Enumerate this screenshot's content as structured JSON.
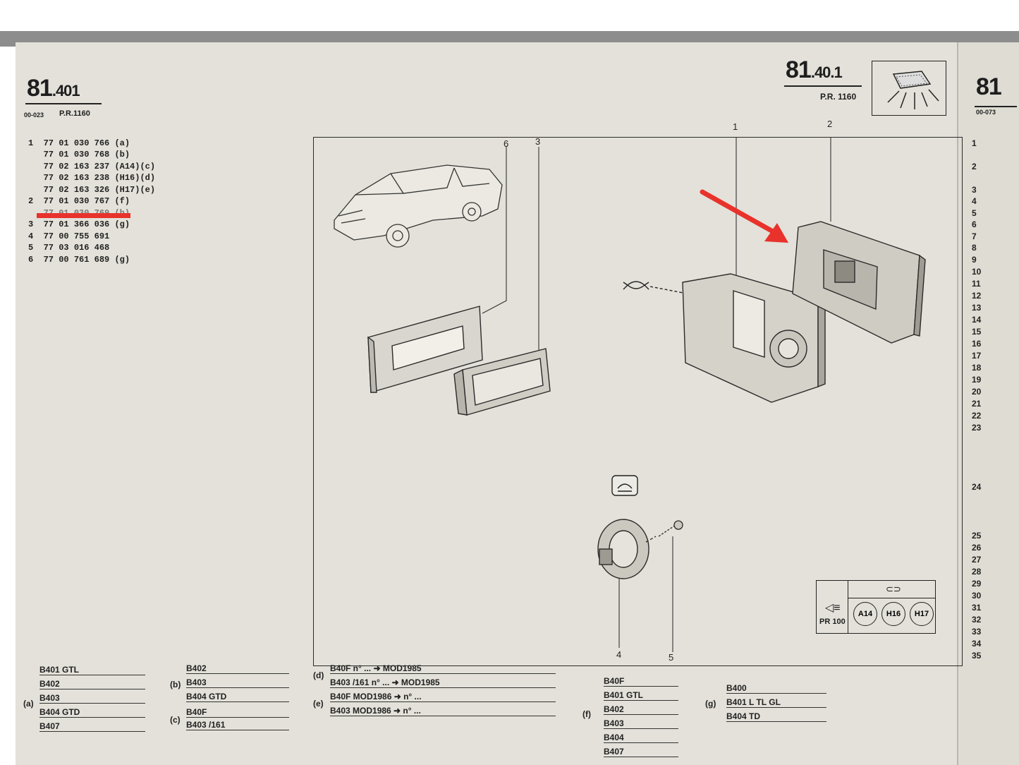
{
  "header_left": {
    "number": "81",
    "suffix": ".401",
    "code": "00-023",
    "pr": "P.R.1160"
  },
  "header_right": {
    "number": "81",
    "suffix": ".40.1",
    "pr": "P.R. 1160"
  },
  "right_page": {
    "number": "81",
    "code": "00-073",
    "refs": [
      "1",
      "2",
      "3",
      "4",
      "5",
      "6",
      "7",
      "8",
      "9",
      "10",
      "11",
      "12",
      "13",
      "14",
      "15",
      "16",
      "17",
      "18",
      "19",
      "20",
      "21",
      "22",
      "23",
      "24",
      "25",
      "26",
      "27",
      "28",
      "29",
      "30",
      "31",
      "32",
      "33",
      "34",
      "35"
    ]
  },
  "parts": [
    {
      "ref": "1",
      "number": "77 01 030 766",
      "code": "(a)"
    },
    {
      "ref": "",
      "number": "77 01 030 768",
      "code": "(b)"
    },
    {
      "ref": "",
      "number": "77 02 163 237",
      "code": "(A14)(c)"
    },
    {
      "ref": "",
      "number": "77 02 163 238",
      "code": "(H16)(d)"
    },
    {
      "ref": "",
      "number": "77 02 163 326",
      "code": "(H17)(e)"
    },
    {
      "ref": "2",
      "number": "77 01 030 767",
      "code": "(f)"
    },
    {
      "ref": "",
      "number": "77 01 030 769",
      "code": "(b)"
    },
    {
      "ref": "3",
      "number": "77 01 366 036",
      "code": "(g)"
    },
    {
      "ref": "4",
      "number": "77 00 755 691",
      "code": ""
    },
    {
      "ref": "5",
      "number": "77 03 016 468",
      "code": ""
    },
    {
      "ref": "6",
      "number": "77 00 761 689",
      "code": "(g)"
    }
  ],
  "callouts": [
    "1",
    "2",
    "3",
    "4",
    "5",
    "6"
  ],
  "legend": {
    "pr": "PR 100",
    "engines": [
      "A14",
      "H16",
      "H17"
    ]
  },
  "tables": {
    "a": {
      "label": "(a)",
      "rows": [
        "B401  GTL",
        "B402",
        "B403",
        "B404  GTD",
        "B407"
      ]
    },
    "b": {
      "label": "(b)",
      "rows": [
        "B402",
        "B403",
        "B404  GTD"
      ]
    },
    "c": {
      "label": "(c)",
      "rows": [
        "B40F",
        "B403  /161"
      ]
    },
    "d": {
      "label": "(d)",
      "rows": [
        "B40F   n° ...  ➜  MOD1985",
        "B403 /161   n° ...  ➜  MOD1985"
      ]
    },
    "e": {
      "label": "(e)",
      "rows": [
        "B40F   MOD1986  ➜  n° ...",
        "B403   MOD1986  ➜  n° ..."
      ]
    },
    "f": {
      "label": "(f)",
      "rows": [
        "B40F",
        "B401  GTL",
        "B402",
        "B403",
        "B404",
        "B407"
      ]
    },
    "g": {
      "label": "(g)",
      "rows": [
        "B400",
        "B401  L TL GL",
        "B404  TD"
      ]
    }
  }
}
